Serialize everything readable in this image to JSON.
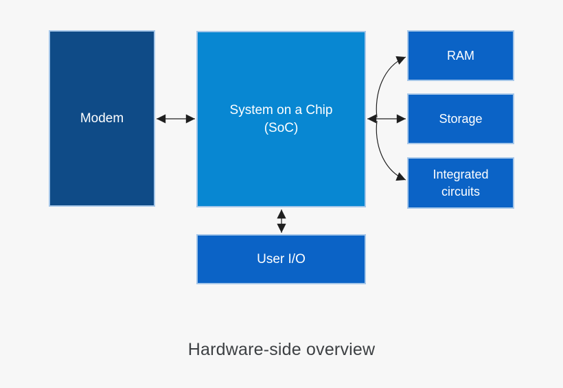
{
  "title": {
    "text": "Hardware-side overview",
    "color": "#3d4043"
  },
  "diagram": {
    "background_color": "#f7f7f7",
    "box_border_color": "#a6c7e9",
    "box_text_color": "#ffffff",
    "arrow_color": "#1f1f1f",
    "nodes": [
      {
        "id": "modem",
        "label": "Modem",
        "fill": "#0f4b87"
      },
      {
        "id": "soc",
        "label": "System on a Chip (SoC)",
        "fill": "#0887d2"
      },
      {
        "id": "ram",
        "label": "RAM",
        "fill": "#0b63c6"
      },
      {
        "id": "storage",
        "label": "Storage",
        "fill": "#0b63c6"
      },
      {
        "id": "integrated-circuits",
        "label": "Integrated circuits",
        "fill": "#0b63c6"
      },
      {
        "id": "user-io",
        "label": "User I/O",
        "fill": "#0b63c6"
      }
    ],
    "edges": [
      {
        "from": "modem",
        "to": "soc",
        "direction": "bidirectional"
      },
      {
        "from": "soc",
        "to": "user-io",
        "direction": "bidirectional"
      },
      {
        "from": "soc",
        "to": "ram",
        "direction": "fan-out-bidirectional"
      },
      {
        "from": "soc",
        "to": "storage",
        "direction": "fan-out-bidirectional"
      },
      {
        "from": "soc",
        "to": "integrated-circuits",
        "direction": "fan-out-bidirectional"
      }
    ]
  }
}
